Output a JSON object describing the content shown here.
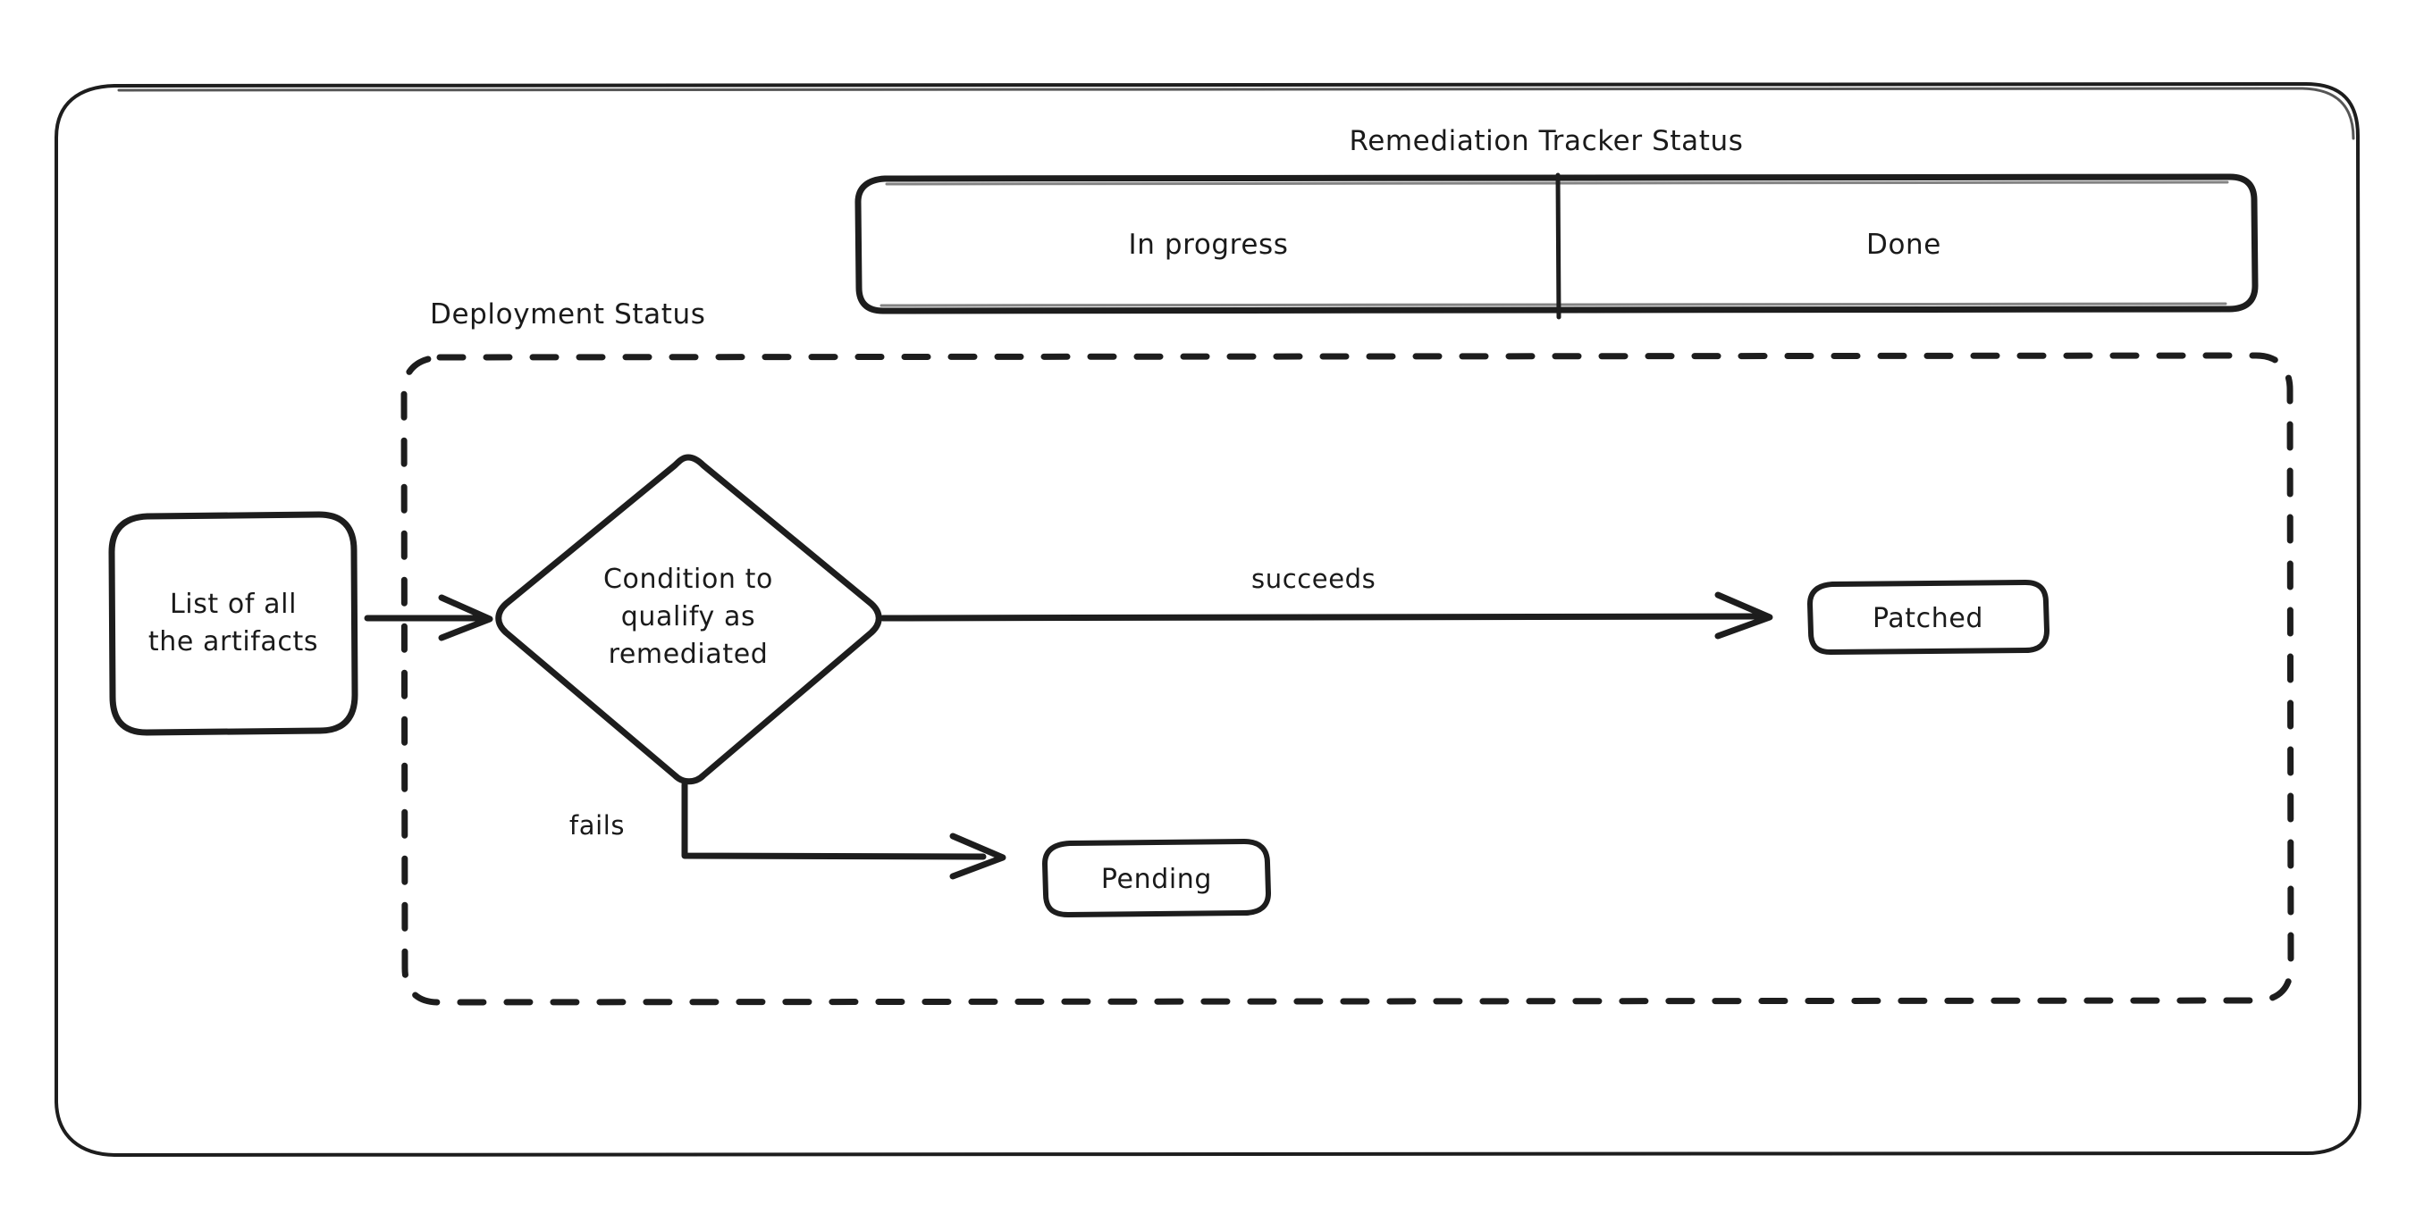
{
  "diagram": {
    "frame": {
      "name": "outer-frame"
    },
    "tracker": {
      "title": "Remediation Tracker Status",
      "cells": [
        {
          "label": "In progress"
        },
        {
          "label": "Done"
        }
      ]
    },
    "deployment": {
      "group_label": "Deployment Status"
    },
    "nodes": [
      {
        "id": "artifacts",
        "label": "List of all\nthe artifacts",
        "lines": [
          "List of all",
          "the artifacts"
        ],
        "shape": "rounded-rect"
      },
      {
        "id": "condition",
        "label": "Condition to qualify as remediated",
        "lines": [
          "Condition to",
          "qualify as",
          "remediated"
        ],
        "shape": "diamond"
      },
      {
        "id": "patched",
        "label": "Patched",
        "lines": [
          "Patched"
        ],
        "shape": "rounded-rect"
      },
      {
        "id": "pending",
        "label": "Pending",
        "lines": [
          "Pending"
        ],
        "shape": "rounded-rect"
      }
    ],
    "edges": [
      {
        "id": "artifacts-to-condition",
        "label": "",
        "from": "artifacts",
        "to": "condition"
      },
      {
        "id": "condition-to-patched",
        "label": "succeeds",
        "from": "condition",
        "to": "patched"
      },
      {
        "id": "condition-to-pending",
        "label": "fails",
        "from": "condition",
        "to": "pending"
      }
    ],
    "colors": {
      "stroke": "#1d1d1d",
      "background": "#ffffff",
      "text": "#1a1a1a"
    }
  }
}
